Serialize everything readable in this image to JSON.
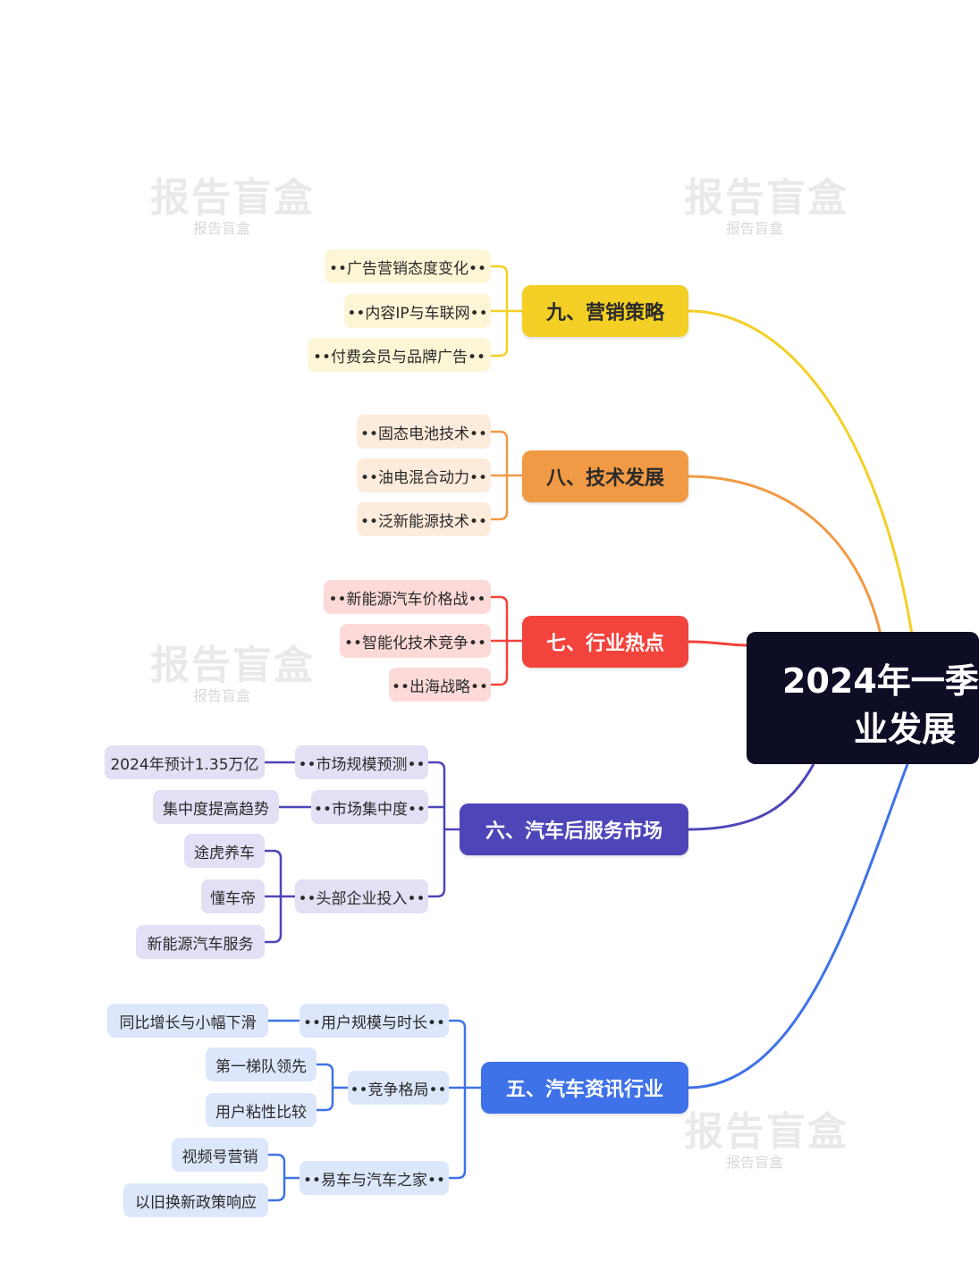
{
  "watermark": {
    "logo_text": "报告盲盒",
    "sub_text": "报告盲盒"
  },
  "root": {
    "line1": "2024年一季",
    "line2": "业发展"
  },
  "branches": {
    "b9": {
      "title": "九、营销策略",
      "color": "#f4cf25",
      "items": [
        "••广告营销态度变化••",
        "••内容IP与车联网••",
        "••付费会员与品牌广告••"
      ]
    },
    "b8": {
      "title": "八、技术发展",
      "color": "#f19a45",
      "items": [
        "••固态电池技术••",
        "••油电混合动力••",
        "••泛新能源技术••"
      ]
    },
    "b7": {
      "title": "七、行业热点",
      "color": "#f2433c",
      "items": [
        "••新能源汽车价格战••",
        "••智能化技术竞争••",
        "••出海战略••"
      ]
    },
    "b6": {
      "title": "六、汽车后服务市场",
      "color": "#4e45b8",
      "items": [
        "••市场规模预测••",
        "••市场集中度••",
        "••头部企业投入••"
      ],
      "leaves": {
        "market_size": [
          "2024年预计1.35万亿"
        ],
        "concentration": [
          "集中度提高趋势"
        ],
        "top_companies": [
          "途虎养车",
          "懂车帝",
          "新能源汽车服务"
        ]
      }
    },
    "b5": {
      "title": "五、汽车资讯行业",
      "color": "#3f72e8",
      "items": [
        "••用户规模与时长••",
        "••竞争格局••",
        "••易车与汽车之家••"
      ],
      "leaves": {
        "user_scale": [
          "同比增长与小幅下滑"
        ],
        "competition": [
          "第一梯队领先",
          "用户粘性比较"
        ],
        "yiche": [
          "视频号营销",
          "以旧换新政策响应"
        ]
      }
    }
  }
}
